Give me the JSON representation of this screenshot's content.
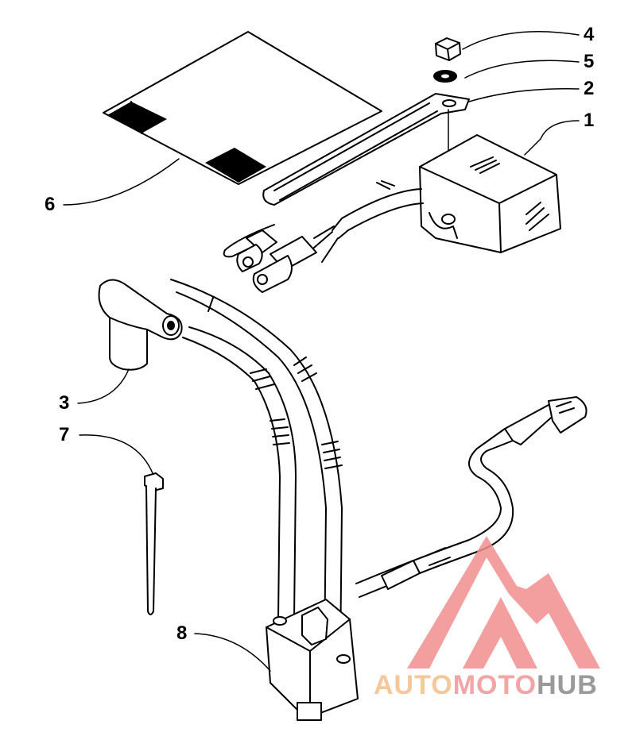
{
  "callouts": [
    {
      "number": "1"
    },
    {
      "number": "2"
    },
    {
      "number": "3"
    },
    {
      "number": "4"
    },
    {
      "number": "5"
    },
    {
      "number": "6"
    },
    {
      "number": "7"
    },
    {
      "number": "8"
    }
  ],
  "watermark": {
    "part1": "AUTO",
    "part2": "MOTO",
    "part3": "HUB",
    "colors": {
      "auto": "#f6c79a",
      "moto": "#f3a4a4",
      "hub": "#9a9a9a",
      "logo": "#f28f8f"
    }
  },
  "colors": {
    "line": "#000000",
    "background": "#ffffff"
  }
}
